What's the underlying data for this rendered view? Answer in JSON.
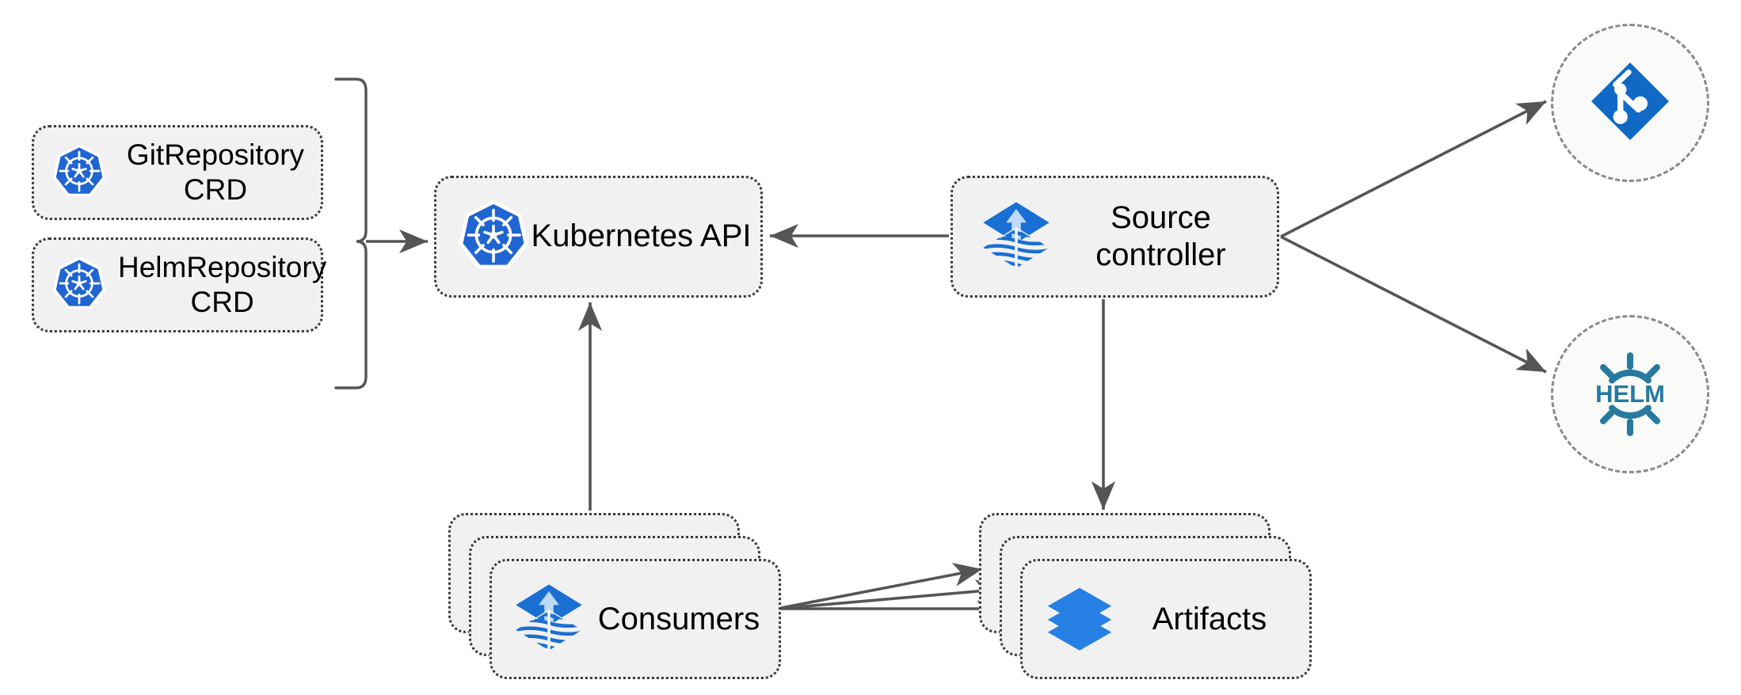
{
  "diagram": {
    "title": "Flux source-controller architecture",
    "background": "#ffffff",
    "colors": {
      "node_fill": "#F1F1F1",
      "node_border": "#3a3a3a",
      "circle_fill": "#FAFAF8",
      "circle_border": "#8a8a8a",
      "connector": "#555555",
      "kubernetes_blue": "#2065D1",
      "flux_blue": "#1A6FD4",
      "flux_arrow_blue": "#B8D4F5",
      "git_blue": "#1069C4",
      "helm_blue": "#277A9F",
      "artifact_blue": "#2680E3",
      "text": "#000000"
    }
  },
  "nodes": {
    "git_repository_crd": {
      "label": "GitRepository\nCRD",
      "icon": "kubernetes-icon"
    },
    "helm_repository_crd": {
      "label": "HelmRepository\nCRD",
      "icon": "kubernetes-icon"
    },
    "kubernetes_api": {
      "label": "Kubernetes API",
      "icon": "kubernetes-icon"
    },
    "source_controller": {
      "label": "Source\ncontroller",
      "icon": "flux-icon"
    },
    "consumers": {
      "label": "Consumers",
      "icon": "flux-icon",
      "stack_count": 3
    },
    "artifacts": {
      "label": "Artifacts",
      "icon": "layers-icon",
      "stack_count": 3
    },
    "git": {
      "label": "",
      "icon": "git-icon"
    },
    "helm": {
      "label": "HELM",
      "icon": "helm-icon"
    }
  },
  "connectors": [
    {
      "name": "crds-to-kubernetes-api",
      "from": "crd-bracket",
      "to": "kubernetes_api",
      "style": "solid",
      "arrow": "end"
    },
    {
      "name": "source-controller-to-kubernetes-api",
      "from": "source_controller",
      "to": "kubernetes_api",
      "style": "solid",
      "arrow": "end"
    },
    {
      "name": "source-controller-to-git",
      "from": "source_controller",
      "to": "git",
      "style": "solid",
      "arrow": "end"
    },
    {
      "name": "source-controller-to-helm",
      "from": "source_controller",
      "to": "helm",
      "style": "solid",
      "arrow": "end"
    },
    {
      "name": "source-controller-to-artifacts",
      "from": "source_controller",
      "to": "artifacts",
      "style": "solid",
      "arrow": "end"
    },
    {
      "name": "consumers-to-kubernetes-api",
      "from": "consumers",
      "to": "kubernetes_api",
      "style": "solid",
      "arrow": "end"
    },
    {
      "name": "consumers-to-artifacts-1",
      "from": "consumers",
      "to": "artifacts",
      "style": "solid",
      "arrow": "end"
    },
    {
      "name": "consumers-to-artifacts-2",
      "from": "consumers",
      "to": "artifacts",
      "style": "solid",
      "arrow": "end"
    },
    {
      "name": "consumers-to-artifacts-3",
      "from": "consumers",
      "to": "artifacts",
      "style": "solid",
      "arrow": "end"
    }
  ]
}
